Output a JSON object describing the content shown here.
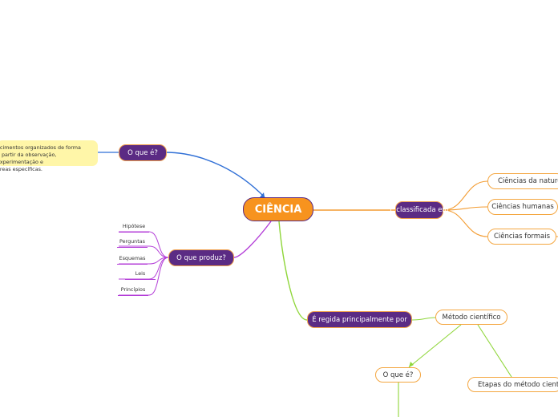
{
  "root": {
    "label": "CIÊNCIA"
  },
  "definition": {
    "question": "O que é?",
    "note_lines": [
      "ecimentos organizados de forma",
      "a partir da observação, experimentação e",
      "áreas específicas."
    ]
  },
  "classification": {
    "label": "É classificada em",
    "items": [
      "Ciências da natureza",
      "Ciências humanas",
      "Ciências formais"
    ]
  },
  "produces": {
    "label": "O que produz?",
    "items": [
      "Hipótese",
      "Perguntas",
      "Esquemas",
      "Leis",
      "Princípios"
    ]
  },
  "governed": {
    "label": "É regida principalmente por",
    "method": "Método científico",
    "method_question": "O que é?",
    "method_steps": "Etapas do método científico"
  },
  "colors": {
    "purple": "#5b2b84",
    "orange": "#f7931e",
    "branch_blue": "#2f6fd6",
    "branch_orange": "#f39c32",
    "branch_magenta": "#b43fd8",
    "branch_green": "#8fd63a",
    "note_yellow": "#fff6a8"
  }
}
